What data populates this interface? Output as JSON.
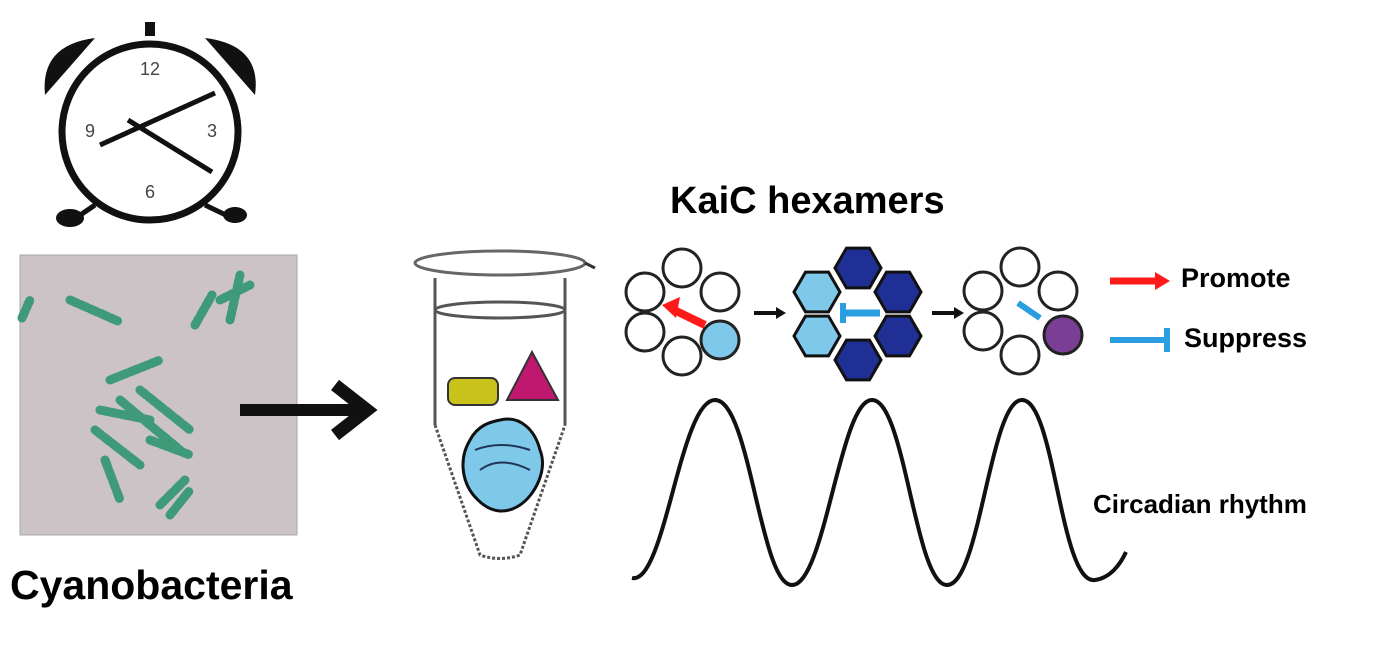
{
  "labels": {
    "cyanobacteria": "Cyanobacteria",
    "kaic_hexamers": "KaiC hexamers",
    "promote": "Promote",
    "suppress": "Suppress",
    "circadian_rhythm": "Circadian rhythm"
  },
  "clock": {
    "numerals": [
      "12",
      "3",
      "6",
      "9"
    ]
  },
  "colors": {
    "promote": "#ff1a1a",
    "suppress": "#2a9ee0",
    "light_blue": "#7ec8ea",
    "dark_blue": "#1f2f96",
    "purple": "#7a3f95",
    "yellow": "#c9c21a",
    "magenta": "#c0186e",
    "micrograph_bg": "#cbc3c5"
  }
}
